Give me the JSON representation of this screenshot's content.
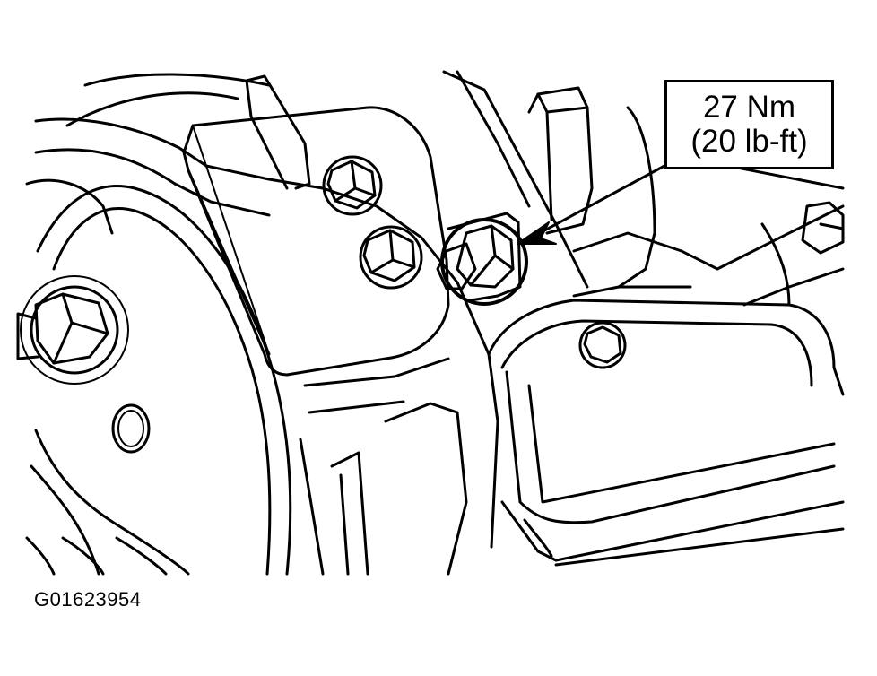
{
  "callout": {
    "torque_metric": "27 Nm",
    "torque_imperial": "(20 lb-ft)"
  },
  "figure": {
    "id": "G01623954"
  },
  "colors": {
    "ink": "#000000",
    "paper": "#ffffff"
  },
  "icons": [
    "callout-arrow-icon",
    "hex-bolt-icon"
  ]
}
